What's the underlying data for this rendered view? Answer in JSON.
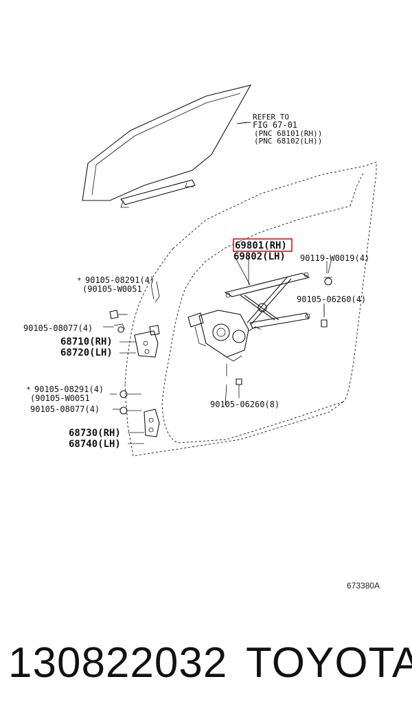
{
  "diagram": {
    "refer_note": {
      "line1": "REFER TO",
      "line2": "FIG 67-01",
      "line3": "(PNC 68101(RH))",
      "line4": "(PNC 68102(LH))"
    },
    "parts": {
      "regulator_rh": "69801(RH)",
      "regulator_lh": "69802(LH)",
      "bolt_top_right": "90119-W0019(4)",
      "bolt_mid_right": "90105-06260(4)",
      "bolt_bottom": "90105-06260(8)",
      "upper_bolt_a": "90105-08291(4)",
      "upper_bolt_b": "(90105-W0051",
      "upper_bolt_c": "90105-08077(4)",
      "upper_hinge_rh": "68710(RH)",
      "upper_hinge_lh": "68720(LH)",
      "lower_bolt_a": "90105-08291(4)",
      "lower_bolt_b": "(90105-W0051",
      "lower_bolt_c": "90105-08077(4)",
      "lower_hinge_rh": "68730(RH)",
      "lower_hinge_lh": "68740(LH)"
    },
    "figure_id": "673380A",
    "highlight_color": "#dd1111"
  },
  "footer": {
    "part_number": "130822032",
    "brand": "TOYOTA"
  }
}
